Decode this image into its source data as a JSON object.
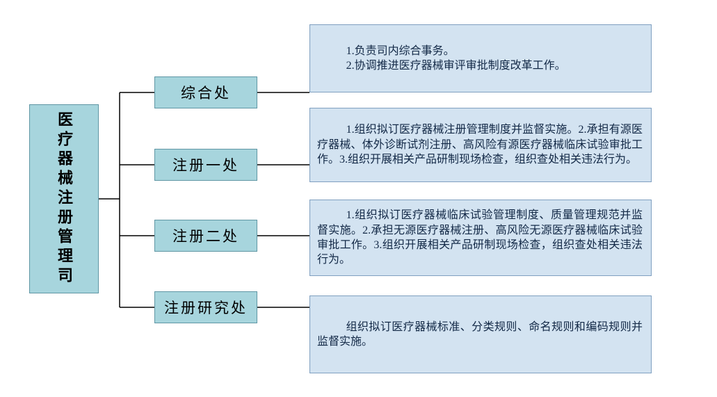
{
  "root": {
    "label": "医疗器械注册管理司"
  },
  "branches": [
    {
      "label": "综合处",
      "paragraphs": [
        "1.负责司内综合事务。",
        "2.协调推进医疗器械审评审批制度改革工作。"
      ]
    },
    {
      "label": "注册一处",
      "paragraphs": [
        "1.组织拟订医疗器械注册管理制度并监督实施。2.承担有源医疗器械、体外诊断试剂注册、高风险有源医疗器械临床试验审批工作。3.组织开展相关产品研制现场检查，组织查处相关违法行为。"
      ]
    },
    {
      "label": "注册二处",
      "paragraphs": [
        "1.组织拟订医疗器械临床试验管理制度、质量管理规范并监督实施。2.承担无源医疗器械注册、高风险无源医疗器械临床试验审批工作。3.组织开展相关产品研制现场检查，组织查处相关违法行为。"
      ]
    },
    {
      "label": "注册研究处",
      "paragraphs": [
        "组织拟订医疗器械标准、分类规则、命名规则和编码规则并监督实施。"
      ]
    }
  ],
  "colors": {
    "node_fill": "#a7d5dd",
    "node_border": "#5f96a4",
    "desc_fill": "#d3e3f1",
    "desc_border": "#7f9fc0",
    "connector": "#000000",
    "node_text": "#000000",
    "desc_text": "#122846",
    "background": "#ffffff"
  }
}
